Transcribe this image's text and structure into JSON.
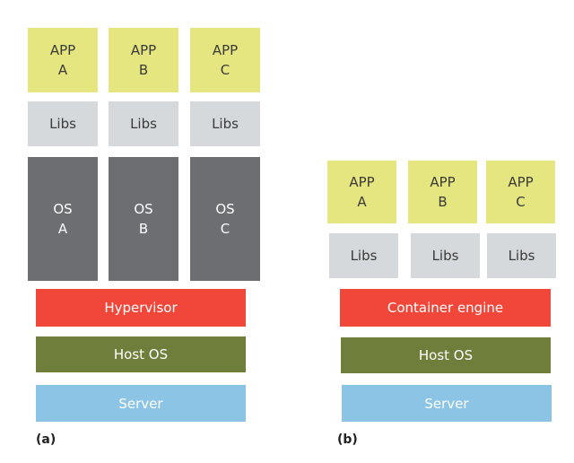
{
  "panel_a": {
    "apps": [
      {
        "label": "APP\nA"
      },
      {
        "label": "APP\nB"
      },
      {
        "label": "APP\nC"
      }
    ],
    "libs": [
      {
        "label": "Libs"
      },
      {
        "label": "Libs"
      },
      {
        "label": "Libs"
      }
    ],
    "oses": [
      {
        "label": "OS\nA"
      },
      {
        "label": "OS\nB"
      },
      {
        "label": "OS\nC"
      }
    ],
    "hypervisor": "Hypervisor",
    "host_os": "Host OS",
    "server": "Server",
    "caption": "(a)"
  },
  "panel_b": {
    "apps": [
      {
        "label": "APP\nA"
      },
      {
        "label": "APP\nB"
      },
      {
        "label": "APP\nC"
      }
    ],
    "libs": [
      {
        "label": "Libs"
      },
      {
        "label": "Libs"
      },
      {
        "label": "Libs"
      }
    ],
    "container_engine": "Container engine",
    "host_os": "Host OS",
    "server": "Server",
    "caption": "(b)"
  },
  "colors": {
    "app": "#e5e67f",
    "libs": "#d5d9dc",
    "os": "#6d6e71",
    "hypervisor": "#f1473a",
    "container_engine": "#f1473a",
    "host_os": "#6f7e3b",
    "server": "#8cc4e6"
  }
}
